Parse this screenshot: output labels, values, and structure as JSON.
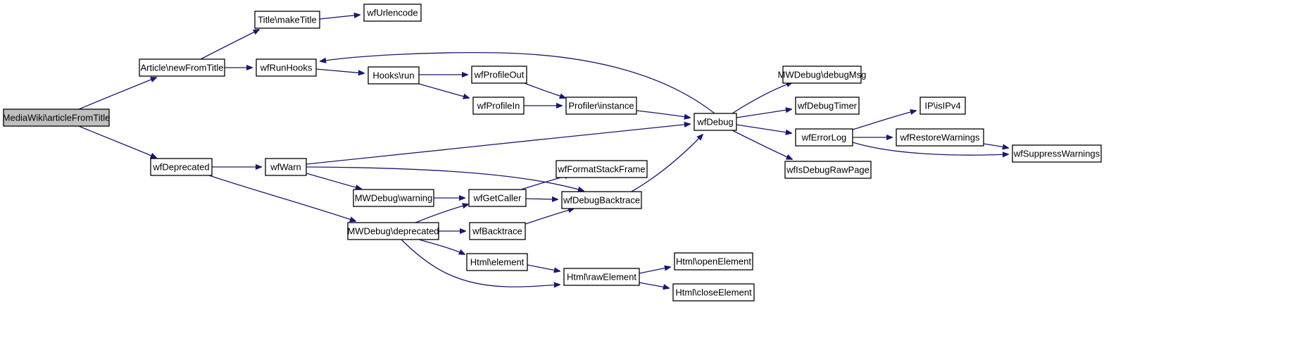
{
  "graph": {
    "title": "",
    "root": "MediaWiki\\articleFromTitle",
    "colors": {
      "edge": "#191970",
      "node_fill": "#ffffff",
      "root_fill": "#bfbfbf",
      "node_border": "#000000"
    },
    "nodes": [
      {
        "id": "articleFromTitle",
        "label": "MediaWiki\\articleFromTitle",
        "root": true
      },
      {
        "id": "newFromTitle",
        "label": "Article\\newFromTitle"
      },
      {
        "id": "makeTitle",
        "label": "Title\\makeTitle"
      },
      {
        "id": "wfUrlencode",
        "label": "wfUrlencode"
      },
      {
        "id": "wfRunHooks",
        "label": "wfRunHooks"
      },
      {
        "id": "hooksRun",
        "label": "Hooks\\run"
      },
      {
        "id": "wfProfileOut",
        "label": "wfProfileOut"
      },
      {
        "id": "wfProfileIn",
        "label": "wfProfileIn"
      },
      {
        "id": "profilerInstance",
        "label": "Profiler\\instance"
      },
      {
        "id": "wfDebug",
        "label": "wfDebug"
      },
      {
        "id": "debugMsg",
        "label": "MWDebug\\debugMsg"
      },
      {
        "id": "wfDebugTimer",
        "label": "wfDebugTimer"
      },
      {
        "id": "wfErrorLog",
        "label": "wfErrorLog"
      },
      {
        "id": "wfIsDebugRawPage",
        "label": "wfIsDebugRawPage"
      },
      {
        "id": "isIPv4",
        "label": "IP\\isIPv4"
      },
      {
        "id": "wfRestoreWarnings",
        "label": "wfRestoreWarnings"
      },
      {
        "id": "wfSuppressWarnings",
        "label": "wfSuppressWarnings"
      },
      {
        "id": "wfDeprecated",
        "label": "wfDeprecated"
      },
      {
        "id": "wfWarn",
        "label": "wfWarn"
      },
      {
        "id": "mwWarning",
        "label": "MWDebug\\warning"
      },
      {
        "id": "mwDeprecated",
        "label": "MWDebug\\deprecated"
      },
      {
        "id": "wfGetCaller",
        "label": "wfGetCaller"
      },
      {
        "id": "wfFormatStackFrame",
        "label": "wfFormatStackFrame"
      },
      {
        "id": "wfDebugBacktrace",
        "label": "wfDebugBacktrace"
      },
      {
        "id": "wfBacktrace",
        "label": "wfBacktrace"
      },
      {
        "id": "htmlElement",
        "label": "Html\\element"
      },
      {
        "id": "htmlRawElement",
        "label": "Html\\rawElement"
      },
      {
        "id": "htmlOpenElement",
        "label": "Html\\openElement"
      },
      {
        "id": "htmlCloseElement",
        "label": "Html\\closeElement"
      }
    ],
    "edges": [
      {
        "from": "articleFromTitle",
        "to": "newFromTitle"
      },
      {
        "from": "articleFromTitle",
        "to": "wfDeprecated"
      },
      {
        "from": "newFromTitle",
        "to": "makeTitle"
      },
      {
        "from": "newFromTitle",
        "to": "wfRunHooks"
      },
      {
        "from": "makeTitle",
        "to": "wfUrlencode"
      },
      {
        "from": "wfRunHooks",
        "to": "hooksRun"
      },
      {
        "from": "hooksRun",
        "to": "wfProfileOut"
      },
      {
        "from": "hooksRun",
        "to": "wfProfileIn"
      },
      {
        "from": "wfProfileOut",
        "to": "profilerInstance"
      },
      {
        "from": "wfProfileIn",
        "to": "profilerInstance"
      },
      {
        "from": "profilerInstance",
        "to": "wfDebug"
      },
      {
        "from": "wfDebug",
        "to": "wfRunHooks"
      },
      {
        "from": "wfDebug",
        "to": "debugMsg"
      },
      {
        "from": "wfDebug",
        "to": "wfDebugTimer"
      },
      {
        "from": "wfDebug",
        "to": "wfErrorLog"
      },
      {
        "from": "wfDebug",
        "to": "wfIsDebugRawPage"
      },
      {
        "from": "wfErrorLog",
        "to": "isIPv4"
      },
      {
        "from": "wfErrorLog",
        "to": "wfRestoreWarnings"
      },
      {
        "from": "wfErrorLog",
        "to": "wfSuppressWarnings"
      },
      {
        "from": "wfRestoreWarnings",
        "to": "wfSuppressWarnings"
      },
      {
        "from": "wfDeprecated",
        "to": "wfWarn"
      },
      {
        "from": "wfDeprecated",
        "to": "mwDeprecated"
      },
      {
        "from": "wfWarn",
        "to": "wfDebug"
      },
      {
        "from": "wfWarn",
        "to": "mwWarning"
      },
      {
        "from": "wfWarn",
        "to": "wfDebugBacktrace"
      },
      {
        "from": "mwWarning",
        "to": "wfGetCaller"
      },
      {
        "from": "mwDeprecated",
        "to": "wfGetCaller"
      },
      {
        "from": "mwDeprecated",
        "to": "wfBacktrace"
      },
      {
        "from": "mwDeprecated",
        "to": "htmlElement"
      },
      {
        "from": "mwDeprecated",
        "to": "htmlRawElement"
      },
      {
        "from": "wfGetCaller",
        "to": "wfFormatStackFrame"
      },
      {
        "from": "wfGetCaller",
        "to": "wfDebugBacktrace"
      },
      {
        "from": "wfBacktrace",
        "to": "wfDebugBacktrace"
      },
      {
        "from": "wfDebugBacktrace",
        "to": "wfDebug"
      },
      {
        "from": "htmlElement",
        "to": "htmlRawElement"
      },
      {
        "from": "htmlRawElement",
        "to": "htmlOpenElement"
      },
      {
        "from": "htmlRawElement",
        "to": "htmlCloseElement"
      }
    ]
  }
}
